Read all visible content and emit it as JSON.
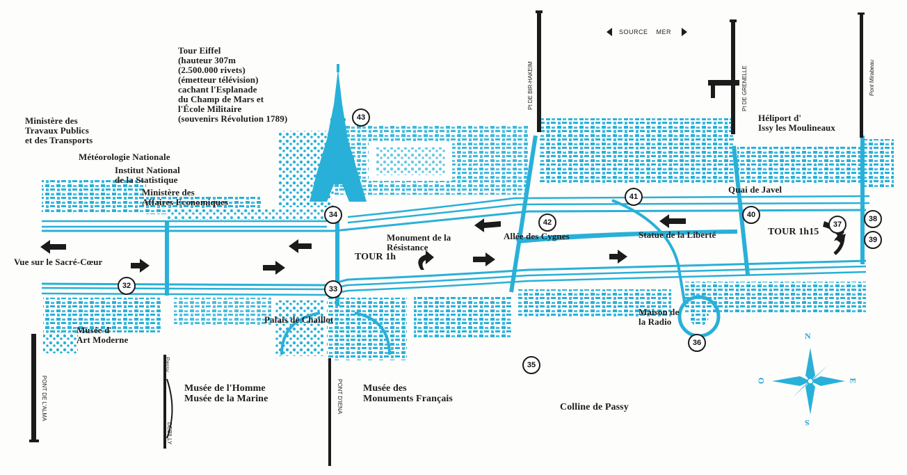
{
  "map": {
    "top_indicator": "SOURCE    MER",
    "labels": {
      "tour_eiffel": "Tour Eiffel\n(hauteur 307m\n(2.500.000 rivets)\n(émetteur télévision)\ncachant l'Esplanade\ndu Champ de Mars et\nl'École Militaire\n(souvenirs Révolution 1789)",
      "ministere_travaux": "Ministère des\nTravaux Publics\net des Transports",
      "meteorologie": "Météorologie Nationale",
      "institut_stat": "Institut National\nde la Statistique",
      "ministere_eco": "Ministère des\nAffaires Economiques",
      "sacre_coeur": "Vue sur le Sacré-Cœur",
      "musee_art_moderne": "Musée d'\nArt Moderne",
      "palais_chaillot": "Palais de Chaillot",
      "musee_homme": "Musée de l'Homme\nMusée de la Marine",
      "musee_monuments": "Musée des\nMonuments Français",
      "colline_passy": "Colline de Passy",
      "monument_resistance": "Monument de la\nRésistance",
      "tour_1h": "TOUR 1h",
      "allee_cygnes": "Allée des Cygnes",
      "statue_liberte": "Statue de la Liberté",
      "maison_radio": "Maison de\nla Radio",
      "quai_javel": "Quai de Javel",
      "tour_1h15": "TOUR 1h15",
      "heliport": "Héliport d'\nIssy les Moulineaux"
    },
    "bridges": {
      "bir_hakeim": "Pt DE BIR-HAKEIM",
      "grenelle": "Pt DE GRENELLE",
      "mirabeau": "Pont Mirabeau",
      "alma": "PONT DE L'ALMA",
      "debilly": "DEBILLY",
      "passy": "Passy",
      "iena": "PONT D'IENA"
    },
    "stops": [
      "32",
      "33",
      "34",
      "35",
      "36",
      "37",
      "38",
      "39",
      "40",
      "41",
      "42",
      "43"
    ],
    "compass": {
      "n": "N",
      "s": "S",
      "e": "E",
      "o": "O"
    },
    "colors": {
      "cyan": "#29b0d8",
      "ink": "#1b1b1b",
      "paper": "#fdfdfb"
    }
  }
}
